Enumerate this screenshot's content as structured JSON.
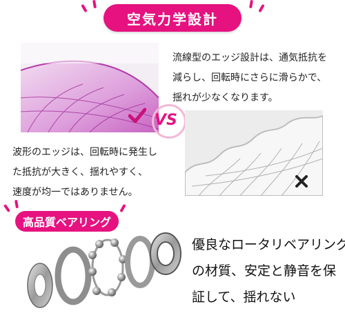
{
  "title_banner": "空気力学設計",
  "streamline_text": [
    "流線型のエッジ設計は、通気抵抗を",
    "減らし、回転時にさらに滑らかで、",
    "揺れが少なくなります。"
  ],
  "vs_label": "VS",
  "wavy_text": [
    "波形のエッジは、回転時に発生し",
    "た抵抗が大きく、揺れやすく、",
    "速度が均一ではありません。"
  ],
  "bearing_banner": "高品質ベアリング",
  "bearing_text": [
    "優良なロータリベアリング",
    "の材質、安定と静音を保",
    "証して、揺れない"
  ],
  "colors": {
    "accent": "#e5127f",
    "check": "#c8137a",
    "cross": "#222222"
  },
  "icons": {
    "good": "check-icon",
    "bad": "cross-icon"
  }
}
